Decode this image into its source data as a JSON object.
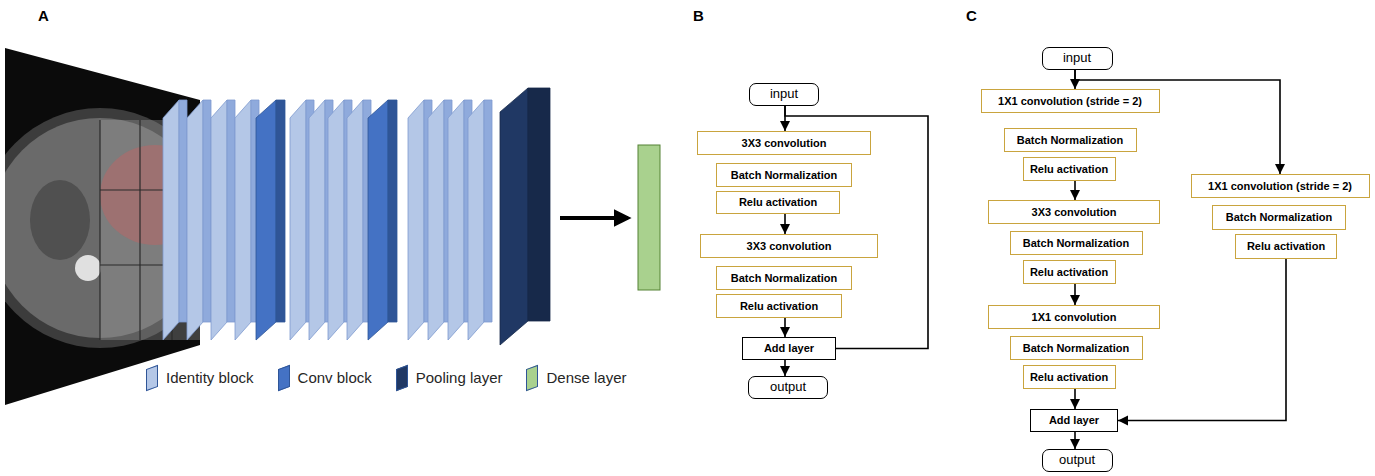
{
  "diagram": {
    "nodes": [
      {
        "text": [
          "input"
        ]
      },
      {
        "text": [
          "3X3 convolution"
        ]
      },
      {
        "text": [
          "Batch Normalization"
        ]
      },
      {
        "text": [
          "Relu activation"
        ]
      },
      {
        "text": [
          "3X3 convolution"
        ]
      },
      {
        "text": [
          "Batch Normalization"
        ]
      },
      {
        "text": [
          "Relu activation"
        ]
      },
      {
        "text": [
          "Add layer"
        ]
      },
      {
        "text": [
          "output"
        ]
      },
      {
        "text": [
          "input"
        ]
      },
      {
        "text": [
          "1X1 convolution (stride = 2)"
        ]
      },
      {
        "text": [
          "Batch Normalization"
        ]
      },
      {
        "text": [
          "Relu activation"
        ]
      },
      {
        "text": [
          "3X3 convolution"
        ]
      },
      {
        "text": [
          "Batch Normalization"
        ]
      },
      {
        "text": [
          "Relu activation"
        ]
      },
      {
        "text": [
          "1X1 convolution"
        ]
      },
      {
        "text": [
          "Batch Normalization"
        ]
      },
      {
        "text": [
          "Relu activation"
        ]
      },
      {
        "text": [
          "Add layer"
        ]
      },
      {
        "text": [
          "output"
        ]
      },
      {
        "text": [
          "1X1 convolution (stride = 2)"
        ]
      },
      {
        "text": [
          "Batch Normalization"
        ]
      },
      {
        "text": [
          "Relu activation"
        ]
      }
    ],
    "edges": [
      {
        "from": 0,
        "to": 1,
        "arrow": "to"
      },
      {
        "from": 3,
        "to": 4,
        "arrow": "to"
      },
      {
        "from": 6,
        "to": 7,
        "arrow": "to"
      },
      {
        "from": 7,
        "to": 8,
        "arrow": "to"
      },
      {
        "from": 0,
        "to": 7,
        "arrow": "none"
      },
      {
        "from": 9,
        "to": 10,
        "arrow": "to"
      },
      {
        "from": 12,
        "to": 13,
        "arrow": "to"
      },
      {
        "from": 15,
        "to": 16,
        "arrow": "to"
      },
      {
        "from": 18,
        "to": 19,
        "arrow": "to"
      },
      {
        "from": 19,
        "to": 20,
        "arrow": "to"
      },
      {
        "from": 9,
        "to": 21,
        "arrow": "to"
      },
      {
        "from": 23,
        "to": 19,
        "arrow": "to"
      }
    ],
    "labels": [
      "A",
      "B",
      "C"
    ],
    "legend": [
      {
        "text": "Identity block",
        "color": "#b4c7e7"
      },
      {
        "text": "Conv block",
        "color": "#4472c4"
      },
      {
        "text": "Pooling layer",
        "color": "#203864"
      },
      {
        "text": "Dense layer",
        "color": "#a9d18e"
      }
    ]
  }
}
